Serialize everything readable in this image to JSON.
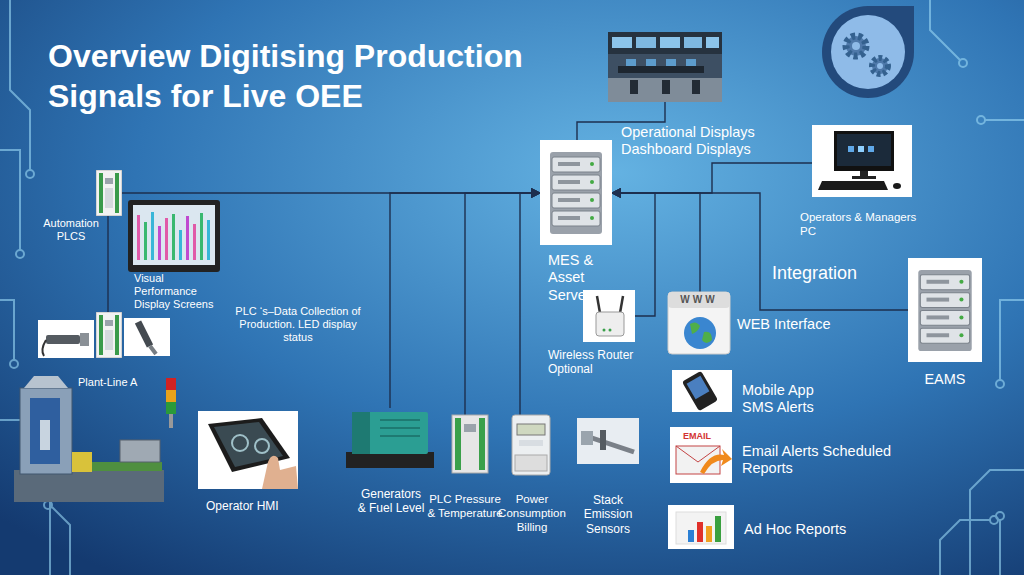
{
  "diagram": {
    "title": "Overview Digitising Production Signals for Live OEE",
    "nodes": [
      {
        "text": [
          "Operational Displays Dashboard Displays"
        ]
      },
      {
        "text": [
          "Operators & Managers PC"
        ]
      },
      {
        "text": [
          "Automation PLCS"
        ]
      },
      {
        "text": [
          "Visual Performance Display Screens"
        ]
      },
      {
        "text": [
          "MES & Asset Server"
        ]
      },
      {
        "text": [
          "Wireless Router Optional"
        ]
      },
      {
        "text": [
          "WEB Interface"
        ]
      },
      {
        "text": [
          "EAMS"
        ]
      },
      {
        "text": [
          "Plant-Line A"
        ]
      },
      {
        "text": [
          "Mobile App SMS Alerts"
        ]
      },
      {
        "text": [
          "Email Alerts Scheduled Reports"
        ]
      },
      {
        "text": [
          "Operator HMI"
        ]
      },
      {
        "text": [
          "Generators & Fuel Level"
        ]
      },
      {
        "text": [
          "PLC Pressure & Temperature"
        ]
      },
      {
        "text": [
          "Power Consumption Billing"
        ]
      },
      {
        "text": [
          "Stack Emission Sensors"
        ]
      },
      {
        "text": [
          "Ad Hoc Reports"
        ]
      }
    ],
    "edges": [
      {
        "from": 4,
        "to": 0,
        "arrow": "none"
      },
      {
        "from": 1,
        "to": 4,
        "arrow": "to"
      },
      {
        "from": 2,
        "to": 4,
        "arrow": "to"
      },
      {
        "from": 2,
        "to": 8,
        "arrow": "none"
      },
      {
        "from": 12,
        "to": 4,
        "arrow": "to"
      },
      {
        "from": 13,
        "to": 4,
        "arrow": "to"
      },
      {
        "from": 14,
        "to": 4,
        "arrow": "to"
      },
      {
        "from": 5,
        "to": 4,
        "arrow": "to"
      },
      {
        "from": 6,
        "to": 4,
        "arrow": "to"
      },
      {
        "from": 7,
        "to": 4,
        "arrow": "to",
        "label": "Integration"
      }
    ],
    "labels": [
      "PLC ‘s–Data Collection of Production. LED display status",
      "WWW",
      "EMAIL"
    ]
  }
}
